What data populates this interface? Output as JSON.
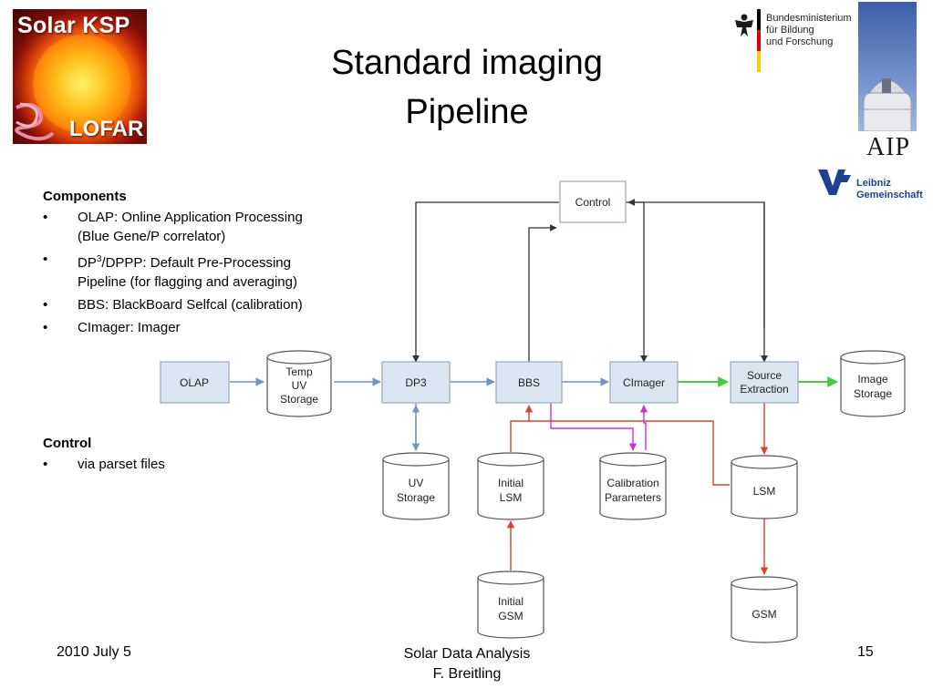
{
  "slide": {
    "title_lines": [
      "Standard imaging",
      "Pipeline"
    ]
  },
  "logos": {
    "solar_ksp": {
      "line1": "Solar KSP",
      "line2": "LOFAR"
    },
    "bmbf": {
      "lines": [
        "Bundesministerium",
        "für Bildung",
        "und Forschung"
      ],
      "flag_colors": [
        "#000000",
        "#dd0000",
        "#ffcc00"
      ]
    },
    "aip": {
      "text": "AIP"
    },
    "leibniz": {
      "lines": [
        "Leibniz",
        "Gemeinschaft"
      ],
      "color": "#1f3f8f"
    }
  },
  "left_panel": {
    "components": {
      "heading": "Components",
      "items": [
        {
          "lines": [
            "OLAP: Online Application Processing",
            "(Blue Gene/P correlator)"
          ]
        },
        {
          "lines": [
            "/DPPP: Default Pre-Processing",
            "Pipeline (for flagging and averaging)"
          ],
          "prefix": "DP",
          "sup": "3"
        },
        {
          "lines": [
            "BBS: BlackBoard Selfcal (calibration)"
          ]
        },
        {
          "lines": [
            "CImager: Imager"
          ]
        }
      ]
    },
    "control": {
      "heading": "Control",
      "items": [
        {
          "lines": [
            "via parset files"
          ]
        }
      ]
    }
  },
  "diagram": {
    "colors": {
      "box_fill": "#dce6f2",
      "box_stroke": "#9aa8b8",
      "blue_edge": "#6f94c6",
      "control_edge": "#333333",
      "green_edge": "#44cc44",
      "red_edge": "#d9422e",
      "magenta_edge": "#cc33cc"
    },
    "nodes": {
      "control": [
        "Control"
      ],
      "olap": [
        "OLAP"
      ],
      "temp_uv_storage": [
        "Temp",
        "UV",
        "Storage"
      ],
      "dp3": [
        "DP3"
      ],
      "bbs": [
        "BBS"
      ],
      "cimager": [
        "CImager"
      ],
      "source_extraction": [
        "Source",
        "Extraction"
      ],
      "image_storage": [
        "Image",
        "Storage"
      ],
      "uv_storage": [
        "UV",
        "Storage"
      ],
      "initial_lsm": [
        "Initial",
        "LSM"
      ],
      "calibration_parameters": [
        "Calibration",
        "Parameters"
      ],
      "lsm": [
        "LSM"
      ],
      "initial_gsm": [
        "Initial",
        "GSM"
      ],
      "gsm": [
        "GSM"
      ]
    }
  },
  "footer": {
    "date": "2010 July 5",
    "center_lines": [
      "Solar Data Analysis",
      "F. Breitling"
    ],
    "page_number": "15"
  }
}
